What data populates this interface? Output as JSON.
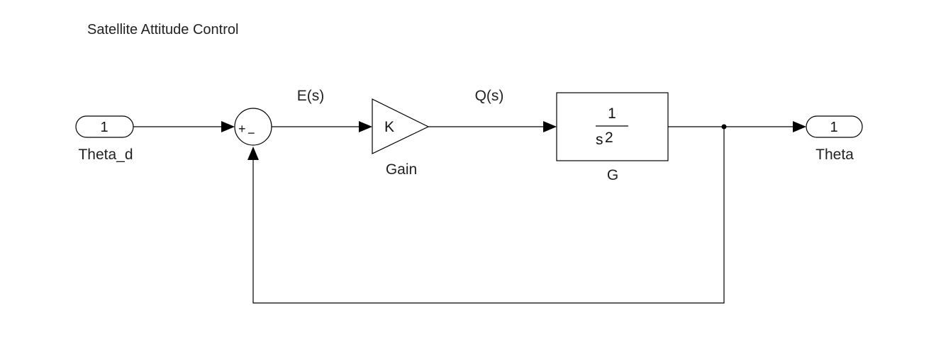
{
  "title": "Satellite Attitude Control",
  "inport": {
    "number": "1",
    "name": "Theta_d"
  },
  "outport": {
    "number": "1",
    "name": "Theta"
  },
  "sum": {
    "signs": [
      "+",
      "−"
    ]
  },
  "gain": {
    "value": "K",
    "name": "Gain"
  },
  "plant": {
    "numerator": "1",
    "denominator_base": "s",
    "denominator_exponent": "2",
    "name": "G"
  },
  "signals": {
    "error": "E(s)",
    "control": "Q(s)"
  }
}
